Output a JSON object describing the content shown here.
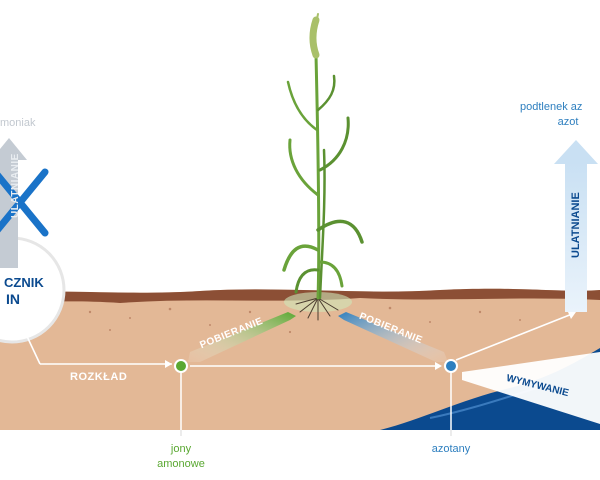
{
  "labels": {
    "ammonia": "moniak",
    "nitrous_oxide_line1": "podtlenek az",
    "nitrous_oxide_line2": "azot",
    "volatilization": "ULATNIANIE",
    "left_box_line1": "CZNIK",
    "left_box_line2": "IN",
    "decomposition": "ROZKŁAD",
    "uptake": "POBIERANIE",
    "leaching": "WYMYWANIE",
    "ammonium_line1": "jony",
    "ammonium_line2": "amonowe",
    "nitrates": "azotany"
  },
  "colors": {
    "soil": "#e3b896",
    "soil_top": "#8c4f35",
    "water": "#0b4a8f",
    "green": "#5aa832",
    "blue": "#2e7fbf",
    "gray": "#c2c8cf",
    "ammonia_arrow": "#c4cbd3",
    "n2o_arrow": "#d2e6f5",
    "cross": "#1a73c8"
  }
}
